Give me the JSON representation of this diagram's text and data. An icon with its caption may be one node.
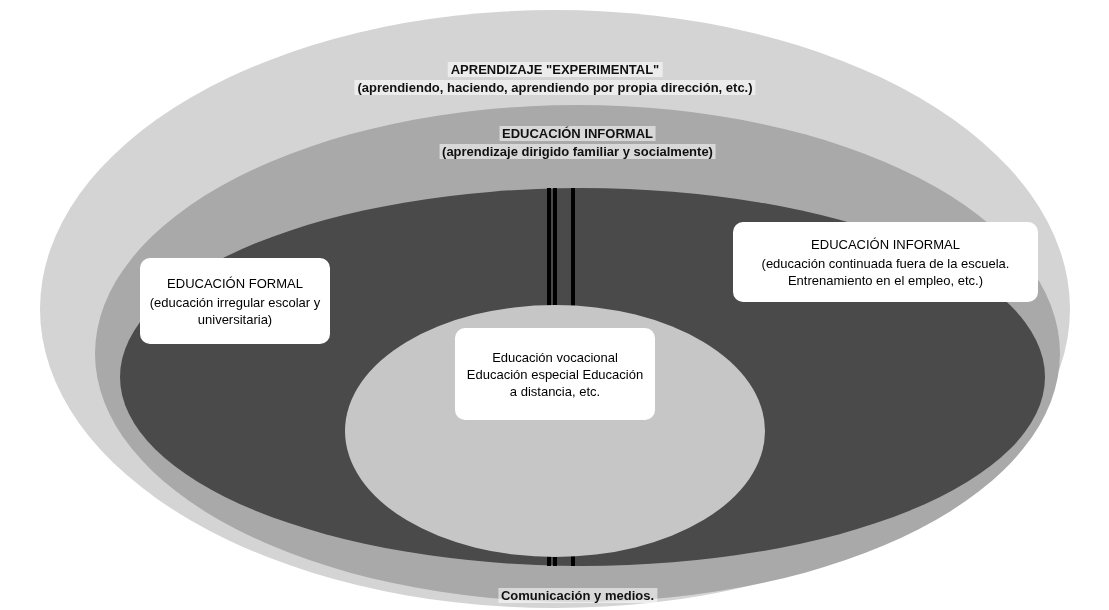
{
  "diagram": {
    "nodes": [
      {
        "text": [
          "APRENDIZAJE \"EXPERIMENTAL\"",
          "(aprendiendo, haciendo, aprendiendo por propia dirección, etc.)"
        ]
      },
      {
        "text": [
          "EDUCACIÓN INFORMAL",
          "(aprendizaje dirigido familiar y socialmente)",
          "Comunicación y medios."
        ],
        "in": 0
      },
      {
        "text": [],
        "shape": "ellipse",
        "in": 1
      },
      {
        "text": [
          "EDUCACIÓN FORMAL",
          "(educación irregular escolar y universitaria)"
        ],
        "in": 2
      },
      {
        "text": [
          "EDUCACIÓN INFORMAL",
          "(educación continuada fuera de la escuela. Entrenamiento en el empleo, etc.)"
        ],
        "in": 2
      },
      {
        "text": [],
        "shape": "ellipse",
        "in": 2
      },
      {
        "text": [
          "Educación vocacional Educación especial Educación a distancia, etc."
        ],
        "in": 5
      }
    ],
    "edges": []
  }
}
